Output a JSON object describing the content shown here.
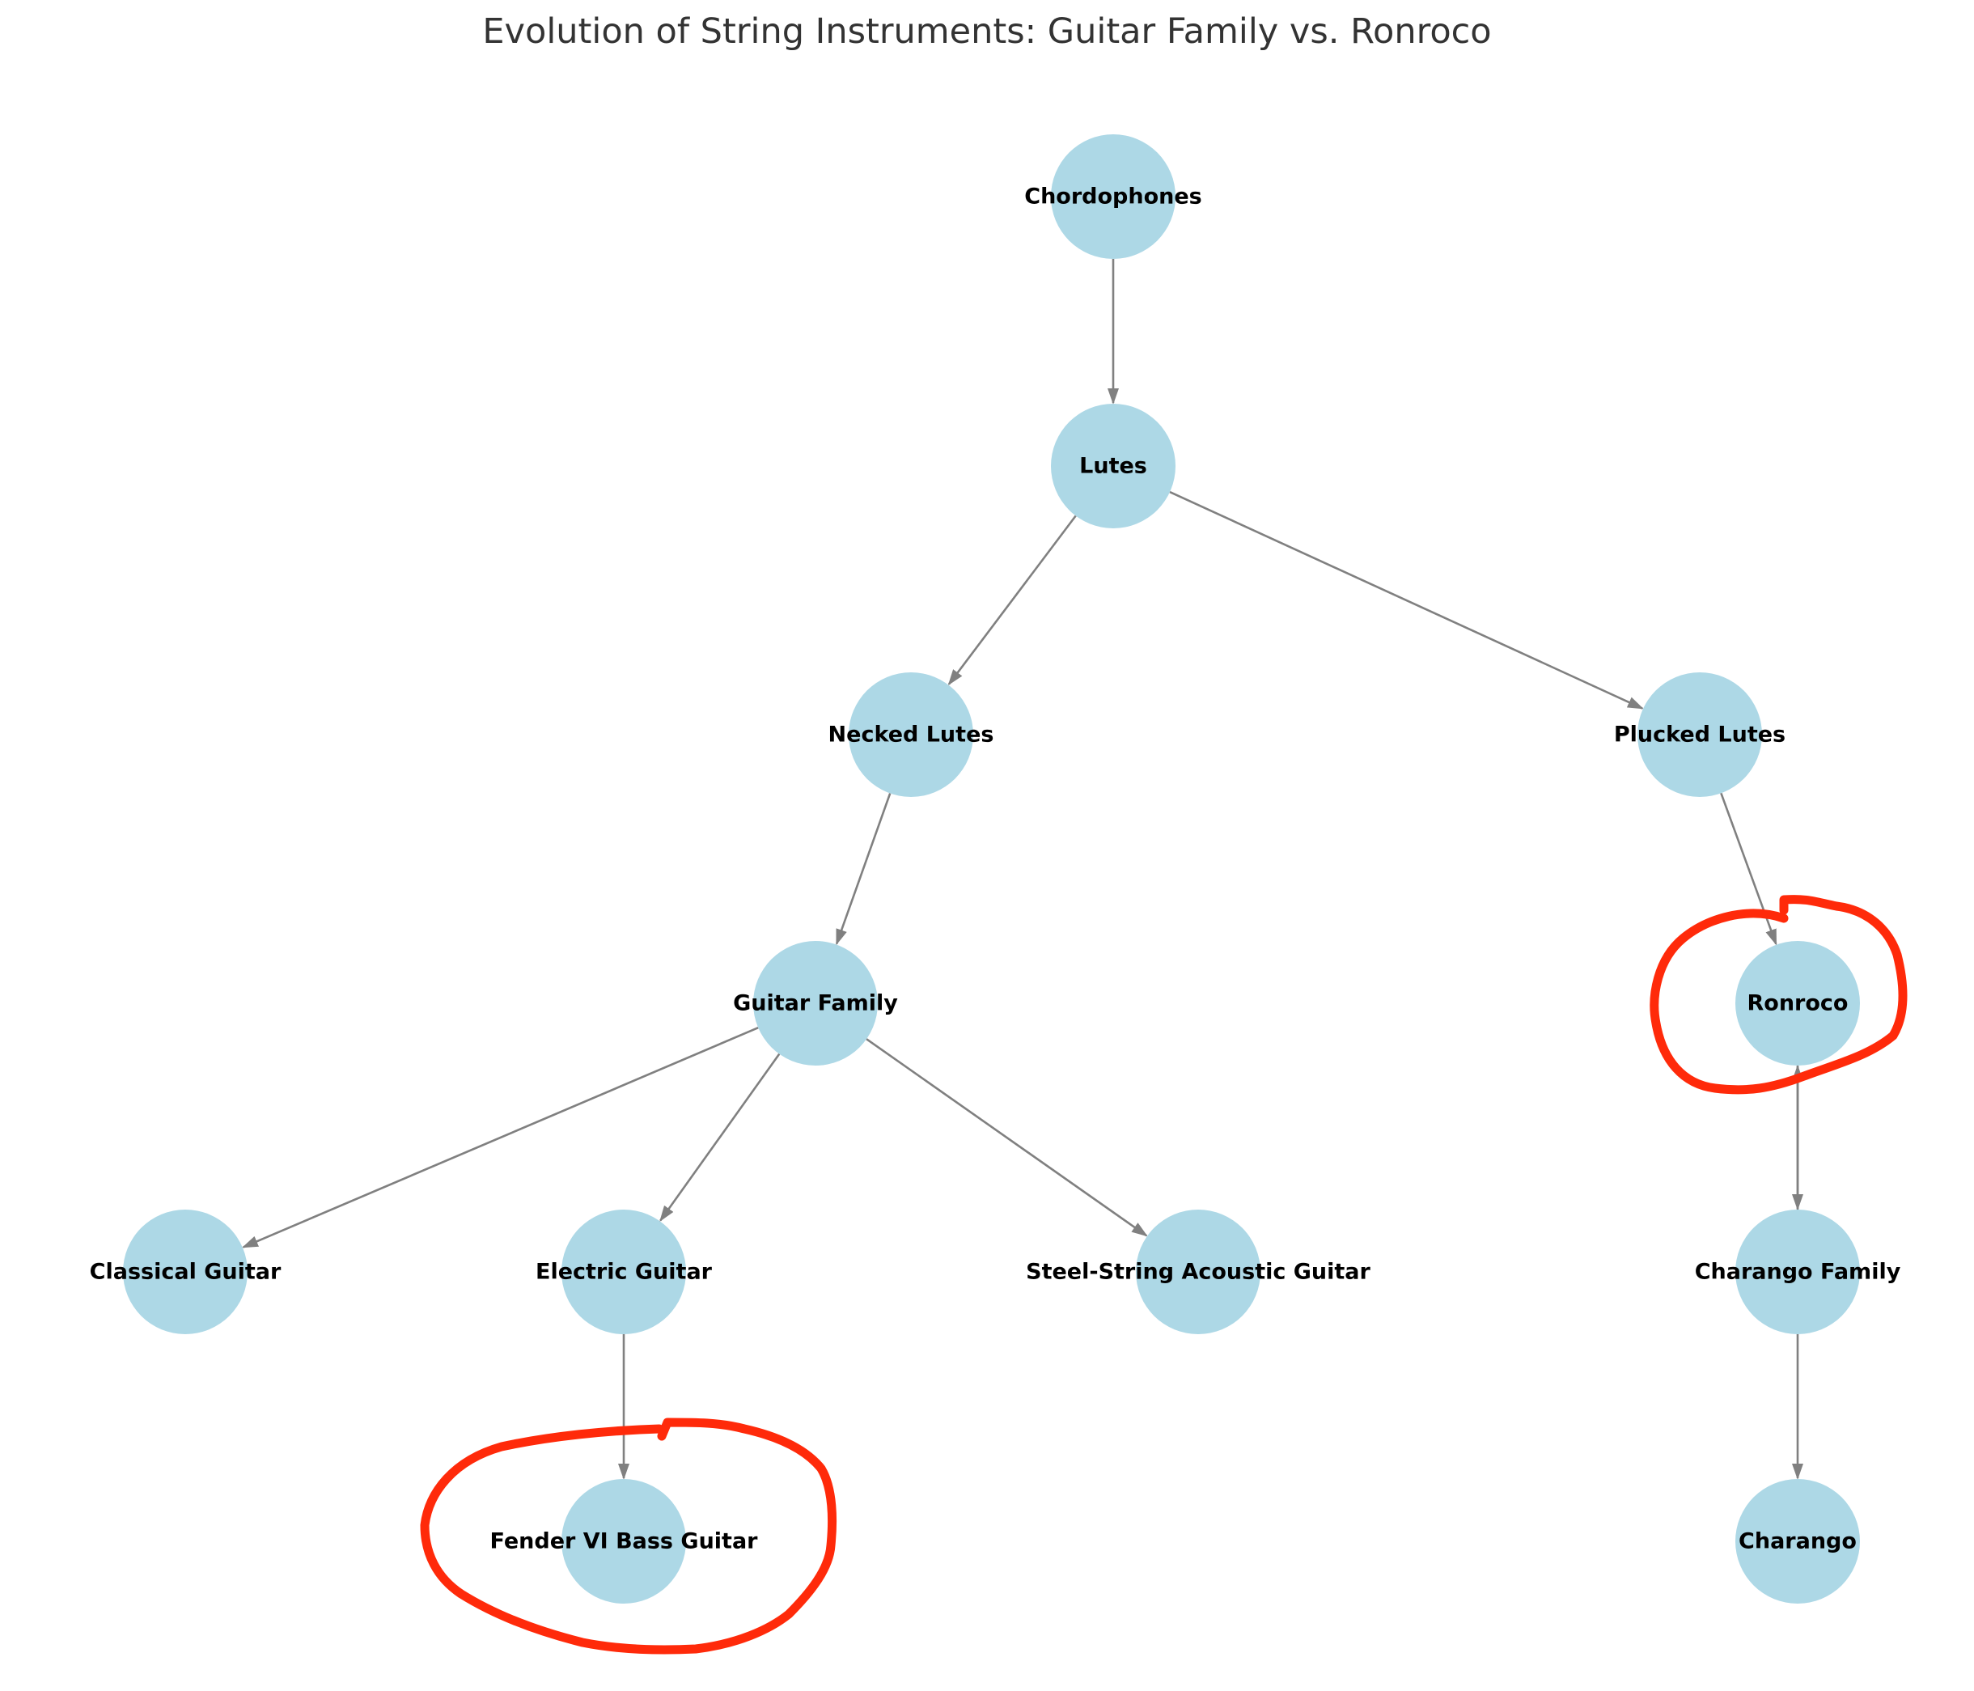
{
  "title": "Evolution of String Instruments: Guitar Family vs. Ronroco",
  "colors": {
    "node_fill": "#add8e6",
    "edge": "#808080",
    "label": "#000000",
    "title": "#333333",
    "highlight": "#ff2a0a"
  },
  "nodes": [
    {
      "id": "chordophones",
      "label": "Chordophones"
    },
    {
      "id": "lutes",
      "label": "Lutes"
    },
    {
      "id": "necked_lutes",
      "label": "Necked Lutes"
    },
    {
      "id": "plucked_lutes",
      "label": "Plucked Lutes"
    },
    {
      "id": "guitar_family",
      "label": "Guitar Family"
    },
    {
      "id": "ronroco",
      "label": "Ronroco"
    },
    {
      "id": "classical_guitar",
      "label": "Classical Guitar"
    },
    {
      "id": "electric_guitar",
      "label": "Electric Guitar"
    },
    {
      "id": "steel_string",
      "label": "Steel-String Acoustic Guitar"
    },
    {
      "id": "charango_family",
      "label": "Charango Family"
    },
    {
      "id": "fender_vi",
      "label": "Fender VI Bass Guitar"
    },
    {
      "id": "charango",
      "label": "Charango"
    }
  ],
  "edges": [
    {
      "from": "chordophones",
      "to": "lutes"
    },
    {
      "from": "lutes",
      "to": "necked_lutes"
    },
    {
      "from": "lutes",
      "to": "plucked_lutes"
    },
    {
      "from": "necked_lutes",
      "to": "guitar_family"
    },
    {
      "from": "plucked_lutes",
      "to": "ronroco"
    },
    {
      "from": "guitar_family",
      "to": "classical_guitar"
    },
    {
      "from": "guitar_family",
      "to": "electric_guitar"
    },
    {
      "from": "guitar_family",
      "to": "steel_string"
    },
    {
      "from": "ronroco",
      "to": "charango_family"
    },
    {
      "from": "charango_family",
      "to": "ronroco"
    },
    {
      "from": "electric_guitar",
      "to": "fender_vi"
    },
    {
      "from": "charango_family",
      "to": "charango"
    }
  ],
  "highlighted_nodes": [
    "ronroco",
    "fender_vi"
  ]
}
